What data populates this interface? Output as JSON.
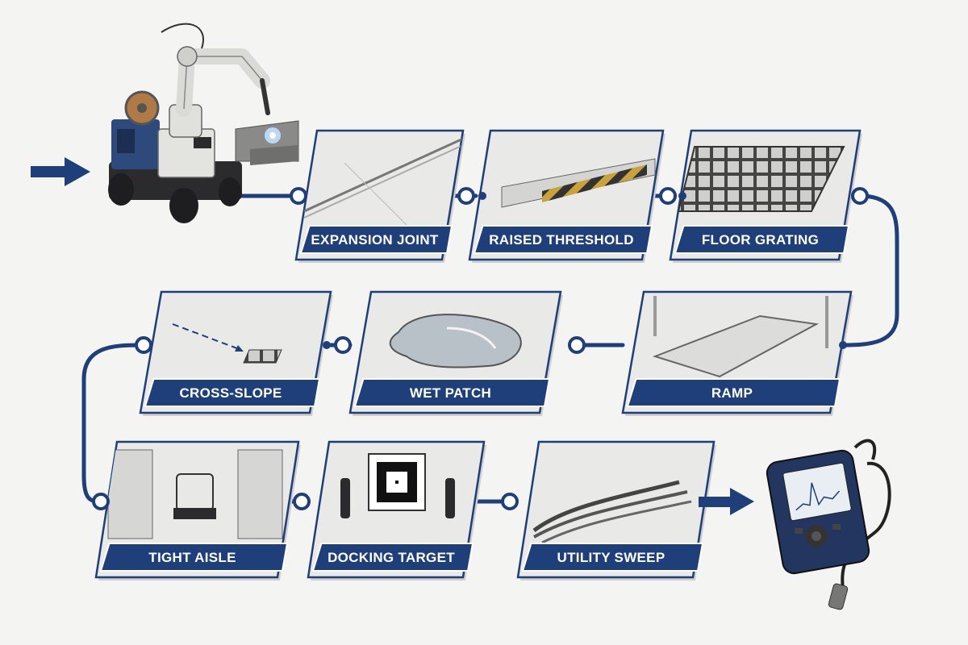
{
  "colors": {
    "background": "#f4f4f3",
    "accent_navy": "#1e3f7a",
    "connector": "#1e3f7a",
    "panel_surface": "#e6e6e4",
    "panel_line": "#9a9a98",
    "hazard_yellow": "#c9a23a"
  },
  "flow": {
    "input_arrow_icon": "arrow-right-icon",
    "start_device_icon": "welding-robot-icon",
    "end_device_icon": "vibration-analyzer-icon",
    "output_arrow_icon": "arrow-right-icon"
  },
  "stages": [
    {
      "label": "EXPANSION JOINT",
      "icon": "expansion-joint-icon"
    },
    {
      "label": "RAISED THRESHOLD",
      "icon": "raised-threshold-icon"
    },
    {
      "label": "FLOOR GRATING",
      "icon": "floor-grating-icon"
    },
    {
      "label": "RAMP",
      "icon": "ramp-icon"
    },
    {
      "label": "WET PATCH",
      "icon": "wet-patch-icon"
    },
    {
      "label": "CROSS-SLOPE",
      "icon": "cross-slope-icon"
    },
    {
      "label": "TIGHT AISLE",
      "icon": "tight-aisle-icon"
    },
    {
      "label": "DOCKING TARGET",
      "icon": "docking-target-icon"
    },
    {
      "label": "UTILITY SWEEP",
      "icon": "utility-sweep-icon"
    }
  ]
}
